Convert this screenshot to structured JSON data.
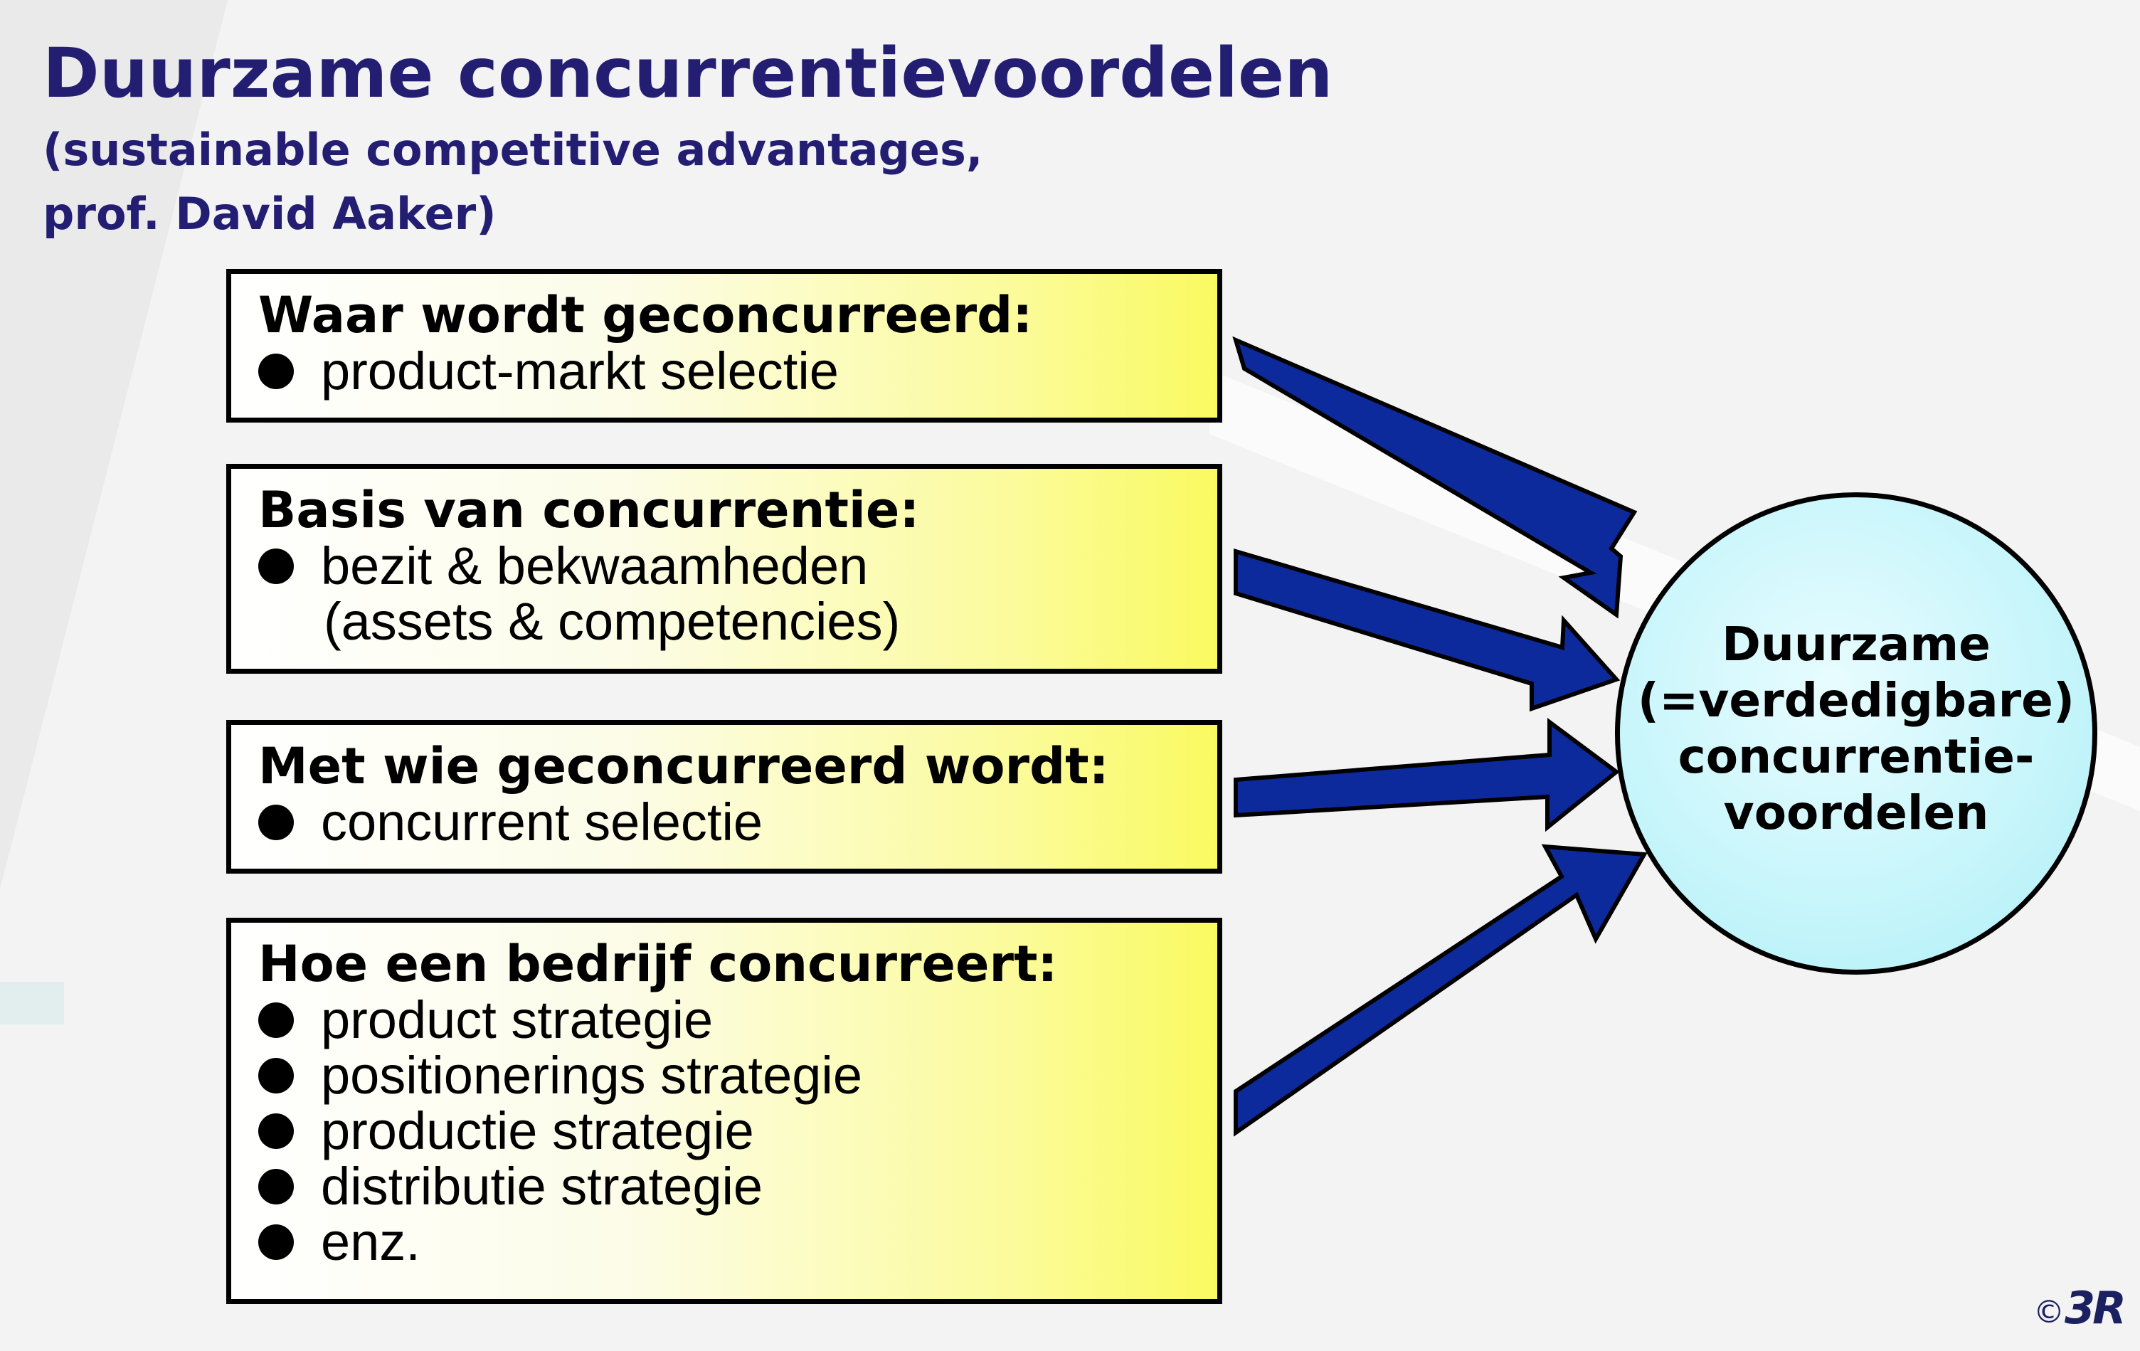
{
  "title": "Duurzame concurrentievoordelen",
  "subtitle_line1": "(sustainable competitive advantages,",
  "subtitle_line2": "prof. David Aaker)",
  "boxes": [
    {
      "heading": "Waar wordt geconcurreerd:",
      "items": [
        "product-markt selectie"
      ]
    },
    {
      "heading": "Basis van concurrentie:",
      "items": [
        "bezit & bekwaamheden"
      ],
      "continuation": "(assets & competencies)"
    },
    {
      "heading": "Met wie geconcurreerd wordt:",
      "items": [
        "concurrent selectie"
      ]
    },
    {
      "heading": "Hoe een bedrijf concurreert:",
      "items": [
        "product strategie",
        "positionerings strategie",
        "productie strategie",
        "distributie strategie",
        "enz."
      ]
    }
  ],
  "target": {
    "line1": "Duurzame",
    "line2": "(=verdedigbare)",
    "line3": "concurrentie-",
    "line4": "voordelen"
  },
  "copyright": {
    "symbol": "©",
    "logo": "3R"
  },
  "colors": {
    "title": "#231e72",
    "arrow": "#0d2a9c",
    "box_gradient_end": "#fafa60",
    "circle_fill": "#c8f6fb"
  }
}
